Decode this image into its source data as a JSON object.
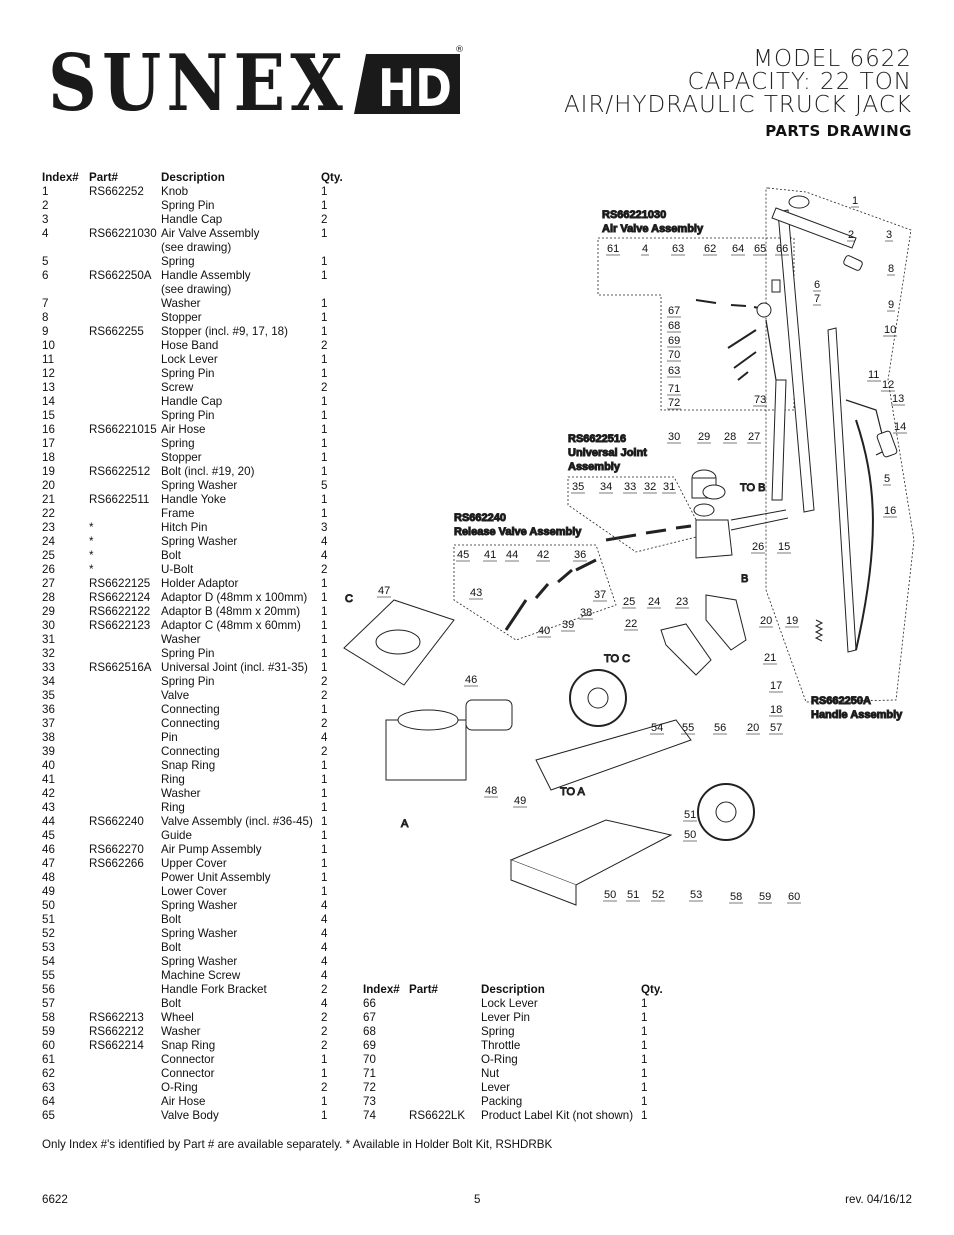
{
  "brand": {
    "name": "SUNEX",
    "suffix": "HD",
    "registered": "®"
  },
  "title": {
    "line1": "MODEL 6622",
    "line2": "CAPACITY: 22 TON",
    "line3": "AIR/HYDRAULIC TRUCK JACK",
    "subtitle": "PARTS DRAWING"
  },
  "table_headers": {
    "index": "Index#",
    "part": "Part#",
    "description": "Description",
    "qty": "Qty."
  },
  "parts_left": [
    [
      "1",
      "RS662252",
      "Knob",
      "1"
    ],
    [
      "2",
      "",
      "Spring Pin",
      "1"
    ],
    [
      "3",
      "",
      "Handle Cap",
      "2"
    ],
    [
      "4",
      "RS66221030",
      "Air Valve Assembly",
      "1"
    ],
    [
      "",
      "",
      "(see drawing)",
      ""
    ],
    [
      "5",
      "",
      "Spring",
      "1"
    ],
    [
      "6",
      "RS662250A",
      "Handle Assembly",
      "1"
    ],
    [
      "",
      "",
      "(see drawing)",
      ""
    ],
    [
      "7",
      "",
      "Washer",
      "1"
    ],
    [
      "8",
      "",
      "Stopper",
      "1"
    ],
    [
      "9",
      "RS662255",
      "Stopper (incl. #9, 17, 18)",
      "1"
    ],
    [
      "10",
      "",
      "Hose Band",
      "2"
    ],
    [
      "11",
      "",
      "Lock Lever",
      "1"
    ],
    [
      "12",
      "",
      "Spring Pin",
      "1"
    ],
    [
      "13",
      "",
      "Screw",
      "2"
    ],
    [
      "14",
      "",
      "Handle Cap",
      "1"
    ],
    [
      "15",
      "",
      "Spring Pin",
      "1"
    ],
    [
      "16",
      "RS66221015",
      "Air Hose",
      "1"
    ],
    [
      "17",
      "",
      "Spring",
      "1"
    ],
    [
      "18",
      "",
      "Stopper",
      "1"
    ],
    [
      "19",
      "RS6622512",
      "Bolt (incl. #19, 20)",
      "1"
    ],
    [
      "20",
      "",
      "Spring Washer",
      "5"
    ],
    [
      "21",
      "RS6622511",
      "Handle Yoke",
      "1"
    ],
    [
      "22",
      "",
      "Frame",
      "1"
    ],
    [
      "23",
      "*",
      "Hitch Pin",
      "3"
    ],
    [
      "24",
      "*",
      "Spring Washer",
      "4"
    ],
    [
      "25",
      "*",
      "Bolt",
      "4"
    ],
    [
      "26",
      "*",
      "U-Bolt",
      "2"
    ],
    [
      "27",
      "RS6622125",
      "Holder Adaptor",
      "1"
    ],
    [
      "28",
      "RS6622124",
      "Adaptor D (48mm x 100mm)",
      "1"
    ],
    [
      "29",
      "RS6622122",
      "Adaptor B (48mm x 20mm)",
      "1"
    ],
    [
      "30",
      "RS6622123",
      "Adaptor C (48mm x 60mm)",
      "1"
    ],
    [
      "31",
      "",
      "Washer",
      "1"
    ],
    [
      "32",
      "",
      "Spring Pin",
      "1"
    ],
    [
      "33",
      "RS662516A",
      "Universal Joint (incl. #31-35)",
      "1"
    ],
    [
      "34",
      "",
      "Spring Pin",
      "2"
    ],
    [
      "35",
      "",
      "Valve",
      "2"
    ],
    [
      "36",
      "",
      "Connecting",
      "1"
    ],
    [
      "37",
      "",
      "Connecting",
      "2"
    ],
    [
      "38",
      "",
      "Pin",
      "4"
    ],
    [
      "39",
      "",
      "Connecting",
      "2"
    ],
    [
      "40",
      "",
      "Snap Ring",
      "1"
    ],
    [
      "41",
      "",
      "Ring",
      "1"
    ],
    [
      "42",
      "",
      "Washer",
      "1"
    ],
    [
      "43",
      "",
      "Ring",
      "1"
    ],
    [
      "44",
      "RS662240",
      "Valve Assembly (incl. #36-45)",
      "1"
    ],
    [
      "45",
      "",
      "Guide",
      "1"
    ],
    [
      "46",
      "RS662270",
      "Air Pump Assembly",
      "1"
    ],
    [
      "47",
      "RS662266",
      "Upper Cover",
      "1"
    ],
    [
      "48",
      "",
      "Power Unit Assembly",
      "1"
    ],
    [
      "49",
      "",
      "Lower Cover",
      "1"
    ],
    [
      "50",
      "",
      "Spring Washer",
      "4"
    ],
    [
      "51",
      "",
      "Bolt",
      "4"
    ],
    [
      "52",
      "",
      "Spring Washer",
      "4"
    ],
    [
      "53",
      "",
      "Bolt",
      "4"
    ],
    [
      "54",
      "",
      "Spring Washer",
      "4"
    ],
    [
      "55",
      "",
      "Machine Screw",
      "4"
    ],
    [
      "56",
      "",
      "Handle Fork Bracket",
      "2"
    ],
    [
      "57",
      "",
      "Bolt",
      "4"
    ],
    [
      "58",
      "RS662213",
      "Wheel",
      "2"
    ],
    [
      "59",
      "RS662212",
      "Washer",
      "2"
    ],
    [
      "60",
      "RS662214",
      "Snap Ring",
      "2"
    ],
    [
      "61",
      "",
      "Connector",
      "1"
    ],
    [
      "62",
      "",
      "Connector",
      "1"
    ],
    [
      "63",
      "",
      "O-Ring",
      "2"
    ],
    [
      "64",
      "",
      "Air Hose",
      "1"
    ],
    [
      "65",
      "",
      "Valve Body",
      "1"
    ]
  ],
  "parts_right": [
    [
      "66",
      "",
      "Lock Lever",
      "1"
    ],
    [
      "67",
      "",
      "Lever Pin",
      "1"
    ],
    [
      "68",
      "",
      "Spring",
      "1"
    ],
    [
      "69",
      "",
      "Throttle",
      "1"
    ],
    [
      "70",
      "",
      "O-Ring",
      "1"
    ],
    [
      "71",
      "",
      "Nut",
      "1"
    ],
    [
      "72",
      "",
      "Lever",
      "1"
    ],
    [
      "73",
      "",
      "Packing",
      "1"
    ],
    [
      "74",
      "RS6622LK",
      "Product Label Kit (not shown)",
      "1"
    ]
  ],
  "note": "Only Index #'s identified by Part # are available separately. * Available in Holder Bolt Kit, RSHDRBK",
  "footer": {
    "model": "6622",
    "page": "5",
    "revision": "rev. 04/16/12"
  },
  "diagram": {
    "assembly_labels": {
      "air_valve_part": "RS66221030",
      "air_valve_name": "Air Valve Assembly",
      "universal_part": "RS6622516",
      "universal_name1": "Universal Joint",
      "universal_name2": "Assembly",
      "release_part": "RS662240",
      "release_name": "Release Valve Assembly",
      "handle_part": "RS662250A",
      "handle_name": "Handle Assembly"
    },
    "connector_labels": {
      "to_b": "TO B",
      "to_c": "TO C",
      "to_a": "TO A",
      "b": "B",
      "c": "C",
      "a": "A"
    },
    "callouts": [
      {
        "id": "c1",
        "text": "1"
      },
      {
        "id": "c2",
        "text": "2"
      },
      {
        "id": "c3",
        "text": "3"
      },
      {
        "id": "c61",
        "text": "61"
      },
      {
        "id": "c4",
        "text": "4"
      },
      {
        "id": "c63a",
        "text": "63"
      },
      {
        "id": "c62",
        "text": "62"
      },
      {
        "id": "c64",
        "text": "64"
      },
      {
        "id": "c65",
        "text": "65"
      },
      {
        "id": "c66",
        "text": "66"
      },
      {
        "id": "c6",
        "text": "6"
      },
      {
        "id": "c7",
        "text": "7"
      },
      {
        "id": "c8",
        "text": "8"
      },
      {
        "id": "c9",
        "text": "9"
      },
      {
        "id": "c10",
        "text": "10"
      },
      {
        "id": "c67",
        "text": "67"
      },
      {
        "id": "c68",
        "text": "68"
      },
      {
        "id": "c69",
        "text": "69"
      },
      {
        "id": "c70",
        "text": "70"
      },
      {
        "id": "c63b",
        "text": "63"
      },
      {
        "id": "c71",
        "text": "71"
      },
      {
        "id": "c72",
        "text": "72"
      },
      {
        "id": "c73",
        "text": "73"
      },
      {
        "id": "c11",
        "text": "11"
      },
      {
        "id": "c12",
        "text": "12"
      },
      {
        "id": "c13",
        "text": "13"
      },
      {
        "id": "c14",
        "text": "14"
      },
      {
        "id": "c30",
        "text": "30"
      },
      {
        "id": "c29",
        "text": "29"
      },
      {
        "id": "c28",
        "text": "28"
      },
      {
        "id": "c27",
        "text": "27"
      },
      {
        "id": "c35",
        "text": "35"
      },
      {
        "id": "c34",
        "text": "34"
      },
      {
        "id": "c33",
        "text": "33"
      },
      {
        "id": "c32",
        "text": "32"
      },
      {
        "id": "c31",
        "text": "31"
      },
      {
        "id": "c5",
        "text": "5"
      },
      {
        "id": "c16",
        "text": "16"
      },
      {
        "id": "c45",
        "text": "45"
      },
      {
        "id": "c41",
        "text": "41"
      },
      {
        "id": "c44",
        "text": "44"
      },
      {
        "id": "c42",
        "text": "42"
      },
      {
        "id": "c36",
        "text": "36"
      },
      {
        "id": "c26",
        "text": "26"
      },
      {
        "id": "c15",
        "text": "15"
      },
      {
        "id": "c47",
        "text": "47"
      },
      {
        "id": "c43",
        "text": "43"
      },
      {
        "id": "c37",
        "text": "37"
      },
      {
        "id": "c38",
        "text": "38"
      },
      {
        "id": "c39",
        "text": "39"
      },
      {
        "id": "c40",
        "text": "40"
      },
      {
        "id": "c25",
        "text": "25"
      },
      {
        "id": "c24",
        "text": "24"
      },
      {
        "id": "c23",
        "text": "23"
      },
      {
        "id": "c22",
        "text": "22"
      },
      {
        "id": "c20a",
        "text": "20"
      },
      {
        "id": "c19",
        "text": "19"
      },
      {
        "id": "c21",
        "text": "21"
      },
      {
        "id": "c46",
        "text": "46"
      },
      {
        "id": "c17",
        "text": "17"
      },
      {
        "id": "c18",
        "text": "18"
      },
      {
        "id": "c54",
        "text": "54"
      },
      {
        "id": "c55",
        "text": "55"
      },
      {
        "id": "c56",
        "text": "56"
      },
      {
        "id": "c20b",
        "text": "20"
      },
      {
        "id": "c57",
        "text": "57"
      },
      {
        "id": "c48",
        "text": "48"
      },
      {
        "id": "c49",
        "text": "49"
      },
      {
        "id": "c51a",
        "text": "51"
      },
      {
        "id": "c50a",
        "text": "50"
      },
      {
        "id": "c50b",
        "text": "50"
      },
      {
        "id": "c51b",
        "text": "51"
      },
      {
        "id": "c52",
        "text": "52"
      },
      {
        "id": "c53",
        "text": "53"
      },
      {
        "id": "c58",
        "text": "58"
      },
      {
        "id": "c59",
        "text": "59"
      },
      {
        "id": "c60",
        "text": "60"
      }
    ]
  }
}
